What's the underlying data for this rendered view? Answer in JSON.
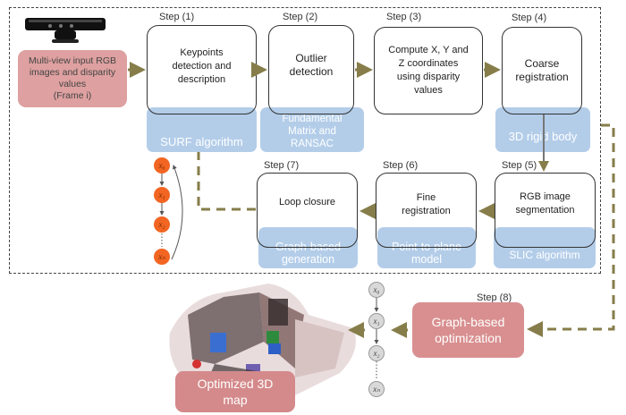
{
  "diagram": {
    "colors": {
      "arrow": "#867d4a",
      "sub_box": "#b3cde9",
      "pink_box": "#dea0a0",
      "pink_strong": "#d98f90",
      "orange_node": "#f26522",
      "grey_node": "#d9d9d9"
    },
    "input": {
      "icon": "kinect-sensor-icon",
      "lines": [
        "Multi-view input RGB",
        "images and disparity",
        "values",
        "(Frame i)"
      ]
    },
    "steps": [
      {
        "label": "Step (1)",
        "title_lines": [
          "Keypoints",
          "detection and",
          "description"
        ],
        "method_lines": [
          "SURF algorithm"
        ]
      },
      {
        "label": "Step (2)",
        "title_lines": [
          "Outlier",
          "detection"
        ],
        "method_lines": [
          "Fundamental",
          "Matrix and",
          "RANSAC"
        ]
      },
      {
        "label": "Step (3)",
        "title_lines": [
          "Compute X, Y and",
          "Z coordinates",
          "using disparity",
          "values"
        ],
        "method_lines": []
      },
      {
        "label": "Step (4)",
        "title_lines": [
          "Coarse",
          "registration"
        ],
        "method_lines": [
          "3D rigid body"
        ]
      },
      {
        "label": "Step (5)",
        "title_lines": [
          "RGB image",
          "segmentation"
        ],
        "method_lines": [
          "SLIC algorithm"
        ]
      },
      {
        "label": "Step (6)",
        "title_lines": [
          "Fine",
          "registration"
        ],
        "method_lines": [
          "Point-to-plane",
          "model"
        ]
      },
      {
        "label": "Step (7)",
        "title_lines": [
          "Loop closure"
        ],
        "method_lines": [
          "Graph-based",
          "generation"
        ]
      },
      {
        "label": "Step (8)",
        "title_lines": [
          "Graph-based",
          "optimization"
        ],
        "method_lines": []
      }
    ],
    "loop_graph_nodes": [
      "x0",
      "x1",
      "x2",
      "xn"
    ],
    "pose_graph_nodes": [
      "x0",
      "x1",
      "x2",
      "xn"
    ],
    "output": {
      "image": "3d-point-cloud-map",
      "lines": [
        "Optimized 3D",
        "map"
      ]
    }
  }
}
